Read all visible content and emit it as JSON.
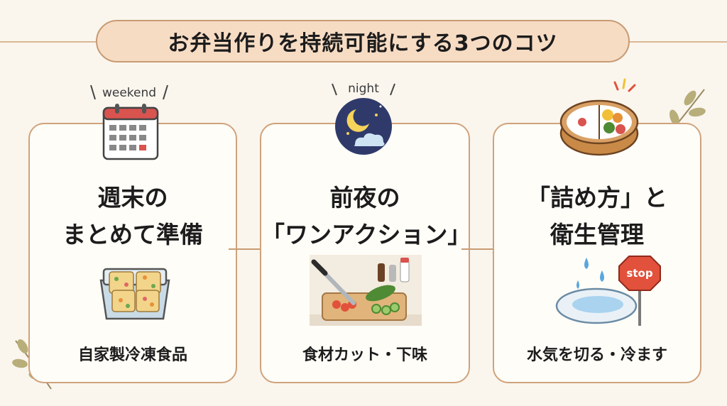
{
  "header": {
    "title": "お弁当作りを持続可能にする3つのコツ"
  },
  "cards": [
    {
      "tag": "weekend",
      "title_lines": [
        "週末の",
        "まとめて準備"
      ],
      "caption": "自家製冷凍食品"
    },
    {
      "tag": "night",
      "title_lines": [
        "前夜の",
        "「ワンアクション」"
      ],
      "caption": "食材カット・下味"
    },
    {
      "tag": "",
      "title_lines": [
        "「詰め方」と",
        "衛生管理"
      ],
      "caption": "水気を切る・冷ます",
      "sign_text": "stop"
    }
  ],
  "colors": {
    "background": "#faf6ee",
    "pill": "#f7dcc4",
    "border": "#d0a27b",
    "night_sky": "#2f3a6b"
  },
  "icons": [
    "calendar-icon",
    "moon-cloud-icon",
    "bento-box-icon",
    "frozen-food-icon",
    "cutting-board-icon",
    "stop-sign-icon",
    "leaf-icon",
    "arrow-right-icon"
  ]
}
